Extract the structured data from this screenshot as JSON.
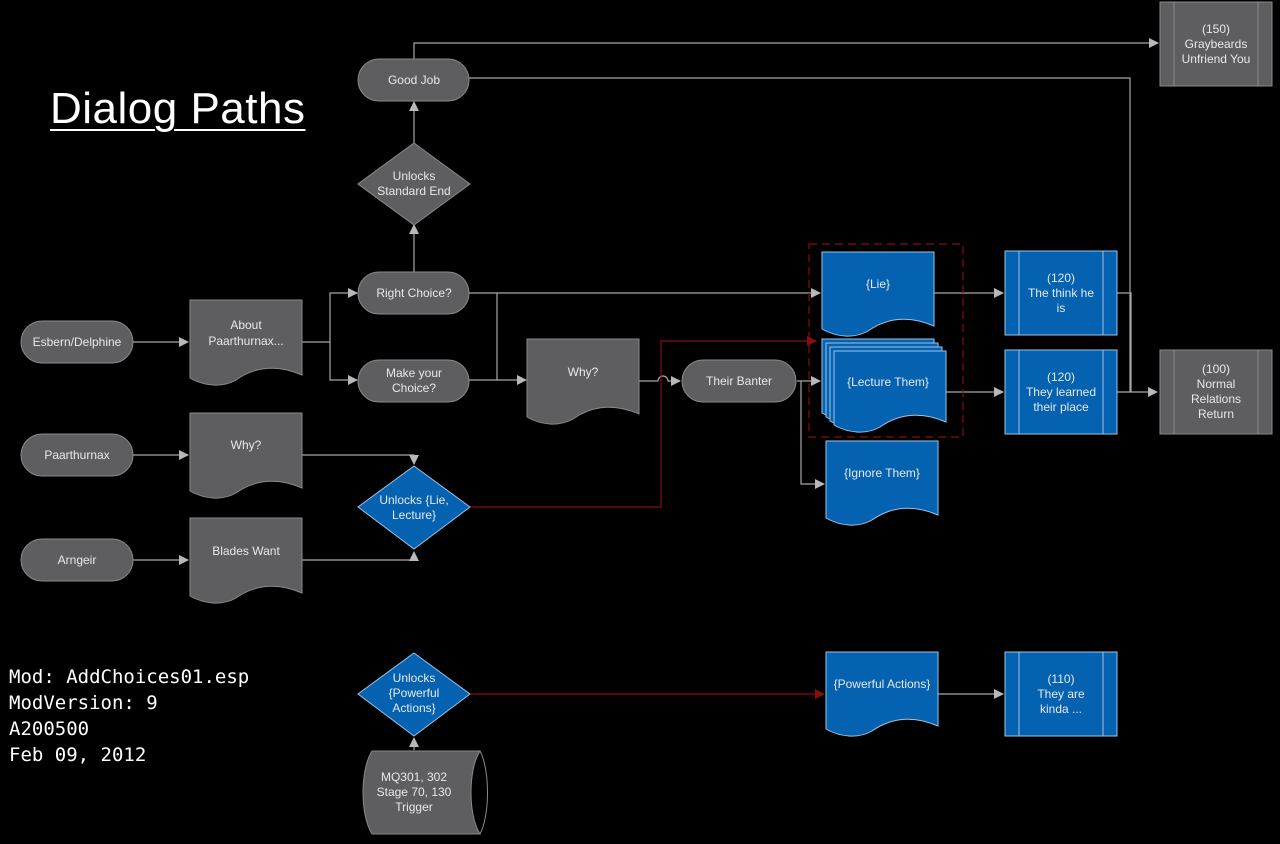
{
  "title": "Dialog Paths",
  "meta": {
    "mod": "Mod: AddChoices01.esp",
    "mod_version": "ModVersion: 9",
    "id": "A200500",
    "date": "Feb 09, 2012"
  },
  "colors": {
    "background": "#000000",
    "gray_node": "#5e5e61",
    "blue_node": "#0462b0",
    "connector": "#a8a8a8",
    "highlight_connector": "#8a0e0e"
  },
  "nodes": {
    "esbern_delphine": {
      "label": [
        "Esbern/Delphine"
      ],
      "shape": "terminator"
    },
    "paarthurnax": {
      "label": [
        "Paarthurnax"
      ],
      "shape": "terminator"
    },
    "arngeir": {
      "label": [
        "Arngeir"
      ],
      "shape": "terminator"
    },
    "about_paarthurnax": {
      "label": [
        "About",
        "Paarthurnax..."
      ],
      "shape": "document"
    },
    "why_paarthurnax": {
      "label": [
        "Why?"
      ],
      "shape": "document"
    },
    "blades_want": {
      "label": [
        "Blades Want"
      ],
      "shape": "document"
    },
    "right_choice": {
      "label": [
        "Right Choice?"
      ],
      "shape": "terminator"
    },
    "make_your_choice": {
      "label": [
        "Make your",
        "Choice?"
      ],
      "shape": "terminator"
    },
    "unlocks_standard_end": {
      "label": [
        "Unlocks",
        "Standard End"
      ],
      "shape": "decision"
    },
    "good_job": {
      "label": [
        "Good Job"
      ],
      "shape": "terminator"
    },
    "why_main": {
      "label": [
        "Why?"
      ],
      "shape": "document"
    },
    "their_banter": {
      "label": [
        "Their Banter"
      ],
      "shape": "terminator"
    },
    "unlocks_lie_lecture": {
      "label": [
        "Unlocks {Lie,",
        "Lecture}"
      ],
      "shape": "decision"
    },
    "lie": {
      "label": [
        "{Lie}"
      ],
      "shape": "document"
    },
    "lecture_them": {
      "label": [
        "{Lecture Them}"
      ],
      "shape": "multi-document"
    },
    "ignore_them": {
      "label": [
        "{Ignore Them}"
      ],
      "shape": "document"
    },
    "think_he_is": {
      "label": [
        "(120)",
        "The think he",
        "is"
      ],
      "shape": "predefined-process"
    },
    "learned_place": {
      "label": [
        "(120)",
        "They learned",
        "their place"
      ],
      "shape": "predefined-process"
    },
    "graybeards_unfriend": {
      "label": [
        "(150)",
        "Graybeards",
        "Unfriend You"
      ],
      "shape": "predefined-process"
    },
    "normal_relations": {
      "label": [
        "(100)",
        "Normal",
        "Relations",
        "Return"
      ],
      "shape": "predefined-process"
    },
    "unlocks_powerful": {
      "label": [
        "Unlocks",
        "{Powerful",
        "Actions}"
      ],
      "shape": "decision"
    },
    "mq_trigger": {
      "label": [
        "MQ301, 302",
        "Stage 70, 130",
        "Trigger"
      ],
      "shape": "stored-data"
    },
    "powerful_actions": {
      "label": [
        "{Powerful Actions}"
      ],
      "shape": "document"
    },
    "kinda": {
      "label": [
        "(110)",
        "They are",
        "kinda ..."
      ],
      "shape": "predefined-process"
    }
  }
}
